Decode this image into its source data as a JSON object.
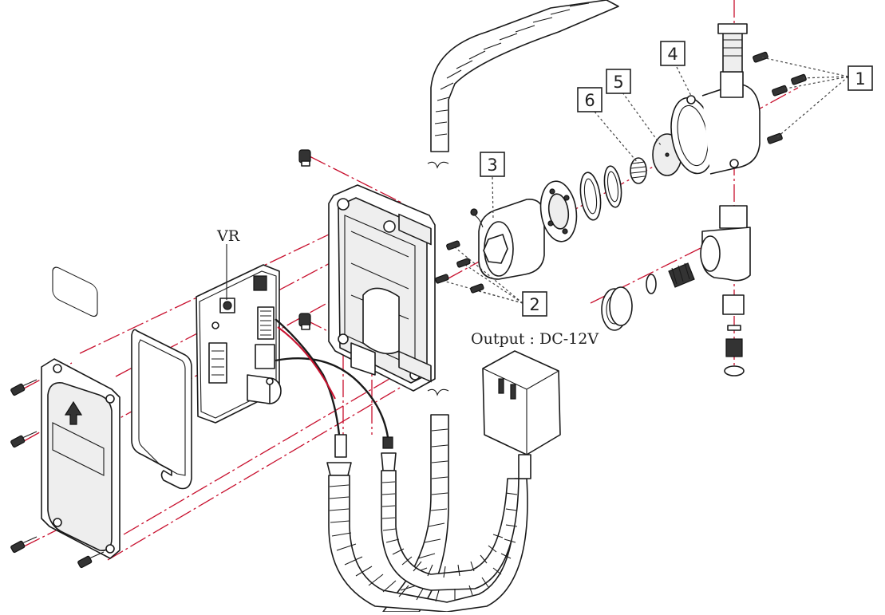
{
  "labels": {
    "vr": "VR",
    "output": "Output : DC-12V"
  },
  "callouts": {
    "c1": "1",
    "c2": "2",
    "c3": "3",
    "c4": "4",
    "c5": "5",
    "c6": "6"
  },
  "colors": {
    "centerline": "#c8102e",
    "ink": "#1a1a1a",
    "background": "#ffffff"
  }
}
